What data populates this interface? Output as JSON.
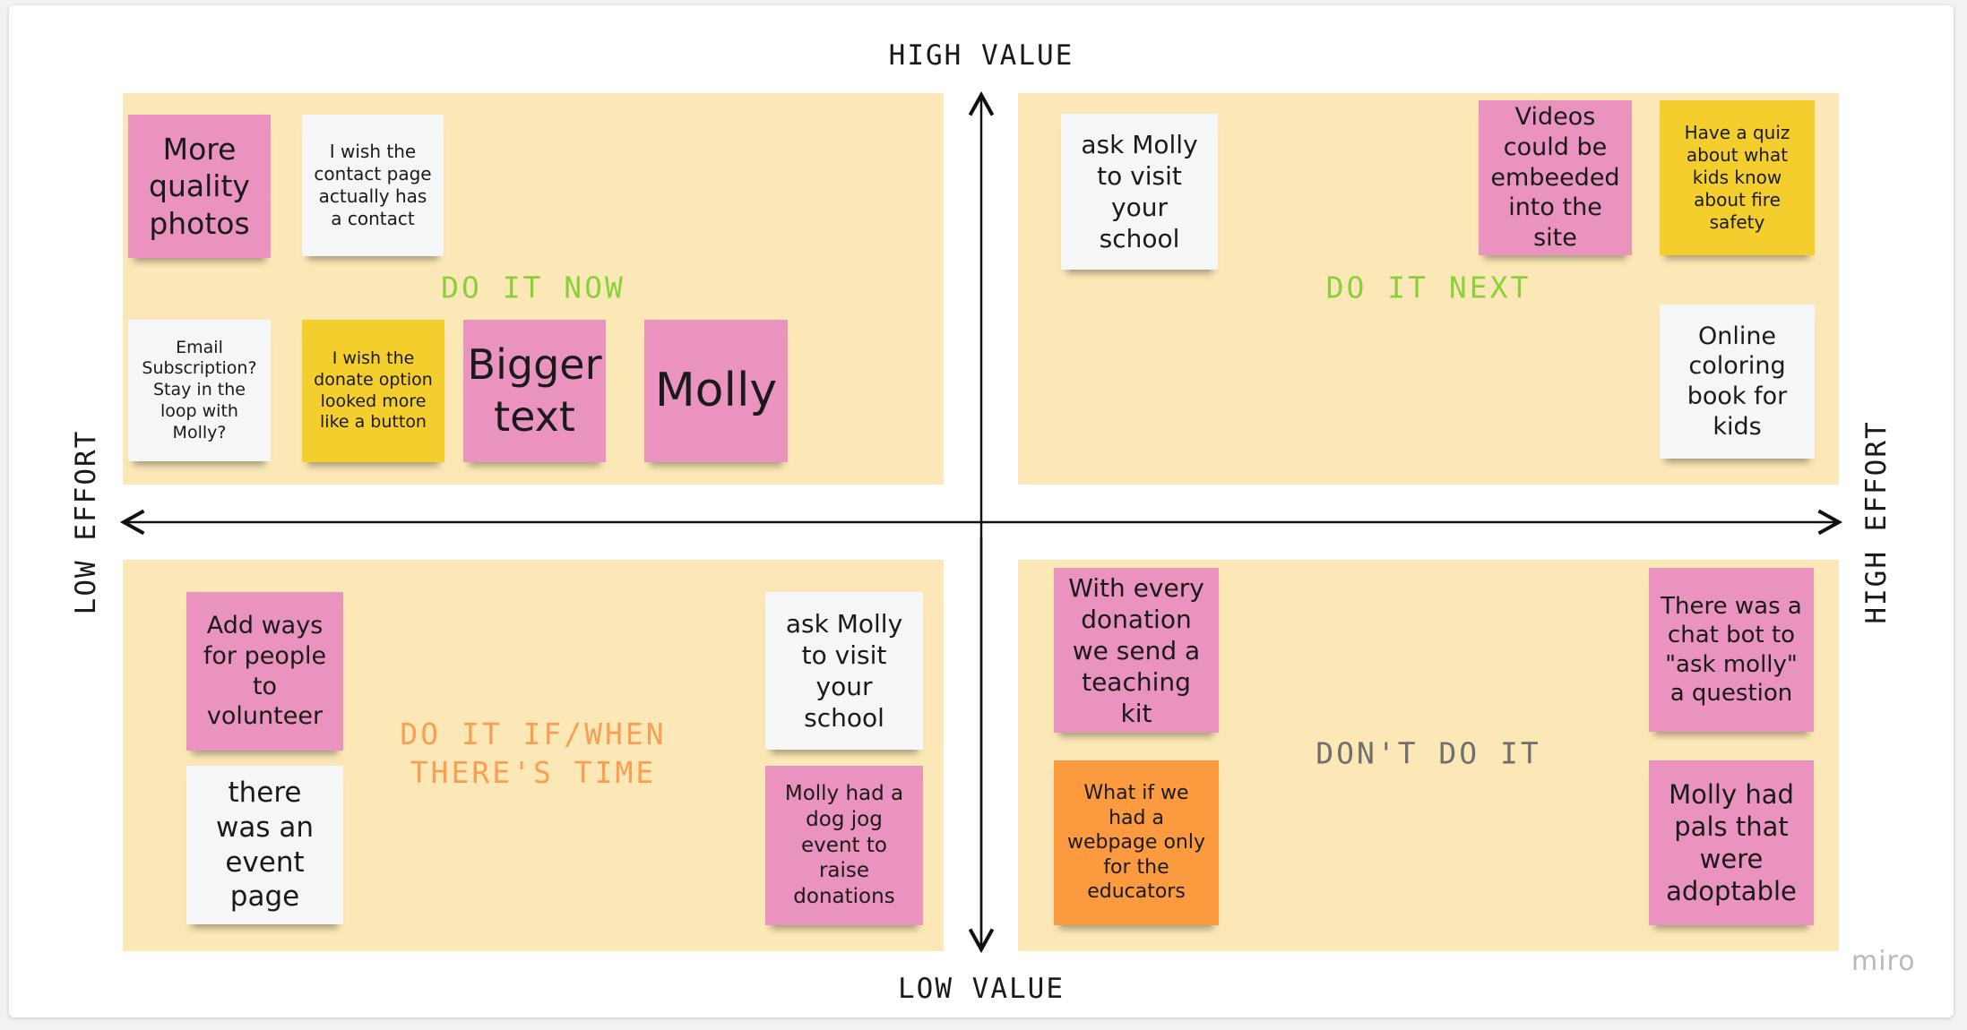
{
  "axes": {
    "top": "HIGH VALUE",
    "bottom": "LOW VALUE",
    "left": "LOW EFFORT",
    "right": "HIGH EFFORT"
  },
  "quadrants": {
    "top_left": "DO IT NOW",
    "top_right": "DO IT NEXT",
    "bottom_left": "DO IT IF/WHEN\nTHERE'S TIME",
    "bottom_right": "DON'T DO IT"
  },
  "colors": {
    "quadrant_bg": "#fbe8b6",
    "do_it_now": "#8ccf3c",
    "do_it_next": "#8ccf3c",
    "if_time": "#f7a053",
    "dont_do_it": "#6f6f6f",
    "pink": "#eb93bf",
    "white": "#f5f6f8",
    "yellow": "#f4ce2c",
    "orange": "#fb9a3e"
  },
  "stickies": {
    "tl_more_quality_photos": "More quality photos",
    "tl_contact_page": "I wish the contact page actually has a contact",
    "tl_email_subscription": "Email Subscription? Stay in the loop with Molly?",
    "tl_donate_button": "I wish the donate option looked more like a button",
    "tl_bigger_text": "Bigger text",
    "tl_molly": "Molly",
    "tr_ask_molly": "ask Molly to visit your school",
    "tr_videos": "Videos could be embeeded into the site",
    "tr_quiz": "Have a quiz about what kids know about fire safety",
    "tr_coloring_book": "Online coloring book for kids",
    "bl_volunteer": "Add ways for people to volunteer",
    "bl_event_page": "there was an event page",
    "bl_ask_molly": "ask Molly to visit your school",
    "bl_dog_jog": "Molly had a dog jog event to raise donations",
    "br_teaching_kit": "With every donation we send a teaching kit",
    "br_educators": "What if we had a webpage only for the educators",
    "br_chat_bot": "There was a chat bot to \"ask molly\" a question",
    "br_pals": "Molly had pals that were adoptable"
  },
  "brand": "miro"
}
